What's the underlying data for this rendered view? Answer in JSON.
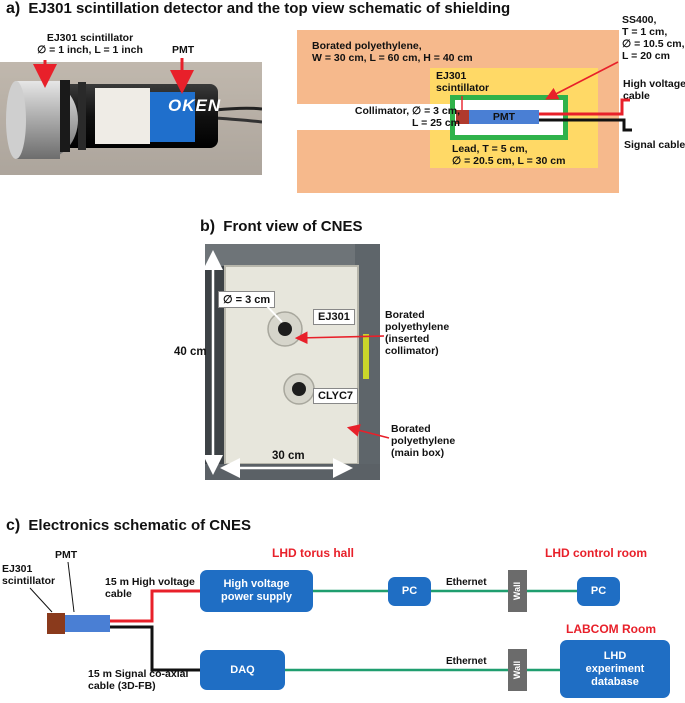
{
  "panel_a": {
    "letter": "a)",
    "title": "EJ301 scintillation detector and the top view schematic of shielding",
    "photo": {
      "scint_label_1": "EJ301 scintillator",
      "scint_label_2": "∅ = 1 inch, L = 1 inch",
      "pmt_label": "PMT",
      "sticker_text": "OKEN"
    },
    "schematic": {
      "bpe_label_1": "Borated polyethylene,",
      "bpe_label_2": "W = 30 cm, L = 60 cm, H = 40 cm",
      "scint_label_1": "EJ301",
      "scint_label_2": "scintillator",
      "pmt_label": "PMT",
      "collimator_1": "Collimator, ∅ = 3 cm,",
      "collimator_2": "L = 25 cm",
      "lead_1": "Lead, T = 5 cm,",
      "lead_2": "∅ = 20.5 cm, L = 30 cm",
      "ss_1": "SS400,",
      "ss_2": "T = 1 cm,",
      "ss_3": "∅ = 10.5 cm,",
      "ss_4": "L = 20 cm",
      "hv_1": "High voltage",
      "hv_2": "cable",
      "signal": "Signal cable"
    }
  },
  "panel_b": {
    "letter": "b)",
    "title": "Front view of CNES",
    "diameter": "∅ = 3 cm",
    "ej301": "EJ301",
    "clyc7": "CLYC7",
    "height": "40 cm",
    "width": "30 cm",
    "insert_1": "Borated",
    "insert_2": "polyethylene",
    "insert_3": "(inserted",
    "insert_4": "collimator)",
    "main_1": "Borated",
    "main_2": "polyethylene",
    "main_3": "(main box)"
  },
  "panel_c": {
    "letter": "c)",
    "title": "Electronics schematic of CNES",
    "torus_hall": "LHD torus hall",
    "control_room": "LHD control room",
    "labcom": "LABCOM Room",
    "scint_1": "EJ301",
    "scint_2": "scintillator",
    "pmt": "PMT",
    "hv_cable_1": "15 m High voltage",
    "hv_cable_2": "cable",
    "sig_cable_1": "15 m Signal co-axial",
    "sig_cable_2": "cable (3D-FB)",
    "hv_supply_1": "High voltage",
    "hv_supply_2": "power supply",
    "pc_1": "PC",
    "pc_2": "PC",
    "daq": "DAQ",
    "ethernet_1": "Ethernet",
    "ethernet_2": "Ethernet",
    "wall_1": "Wall",
    "wall_2": "Wall",
    "db_1": "LHD",
    "db_2": "experiment",
    "db_3": "database"
  },
  "colors": {
    "bpe": "#f6b98c",
    "lead": "#ffd966",
    "steel": "#2fb24a",
    "pmt_blue": "#4a7fd4",
    "cable_red": "#e8202a",
    "ethernet_green": "#1f9e6f",
    "accent_red": "#e8202a"
  }
}
